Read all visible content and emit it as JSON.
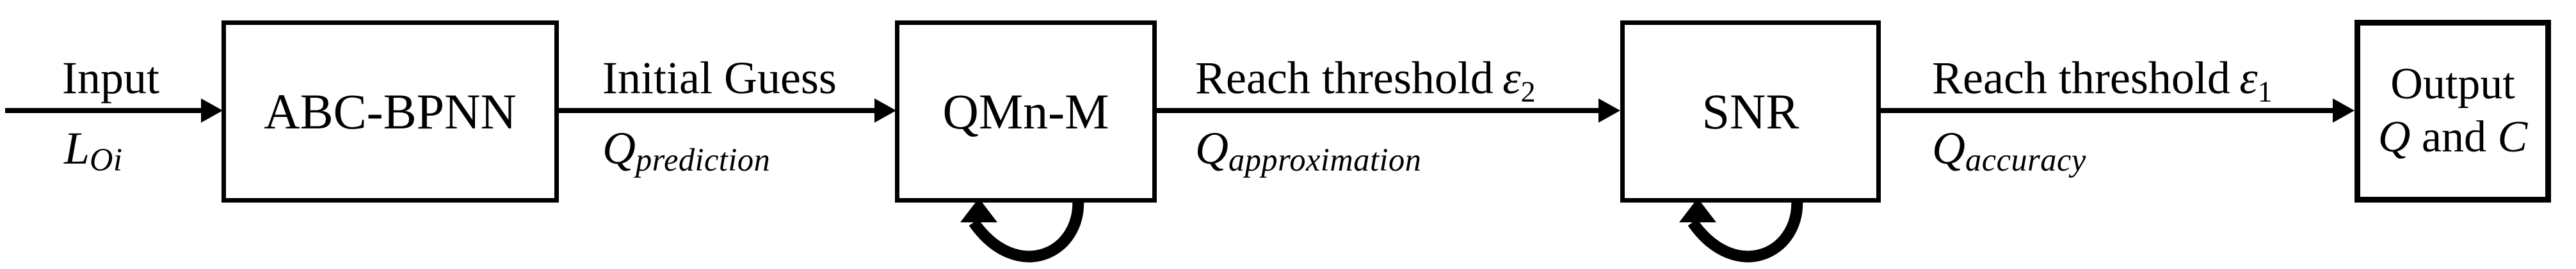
{
  "diagram": {
    "colors": {
      "ink": "#000000",
      "background": "#ffffff"
    },
    "boxes": [
      {
        "label": "ABC-BPNN"
      },
      {
        "label": "QMn-M"
      },
      {
        "label": "SNR"
      },
      {
        "line1": "Output",
        "line2_var1": "Q",
        "line2_conj": " and ",
        "line2_var2": "C"
      }
    ],
    "flows": [
      {
        "top_text": "Input",
        "bottom_var": "L",
        "bottom_sub": "Oi"
      },
      {
        "top_text": "Initial Guess",
        "bottom_var": "Q",
        "bottom_sub": "prediction"
      },
      {
        "top_text": "Reach threshold",
        "top_symbol": "ε",
        "top_symbol_sub": "2",
        "bottom_var": "Q",
        "bottom_sub": "approximation"
      },
      {
        "top_text": "Reach threshold",
        "top_symbol": "ε",
        "top_symbol_sub": "1",
        "bottom_var": "Q",
        "bottom_sub": "accuracy"
      }
    ]
  }
}
